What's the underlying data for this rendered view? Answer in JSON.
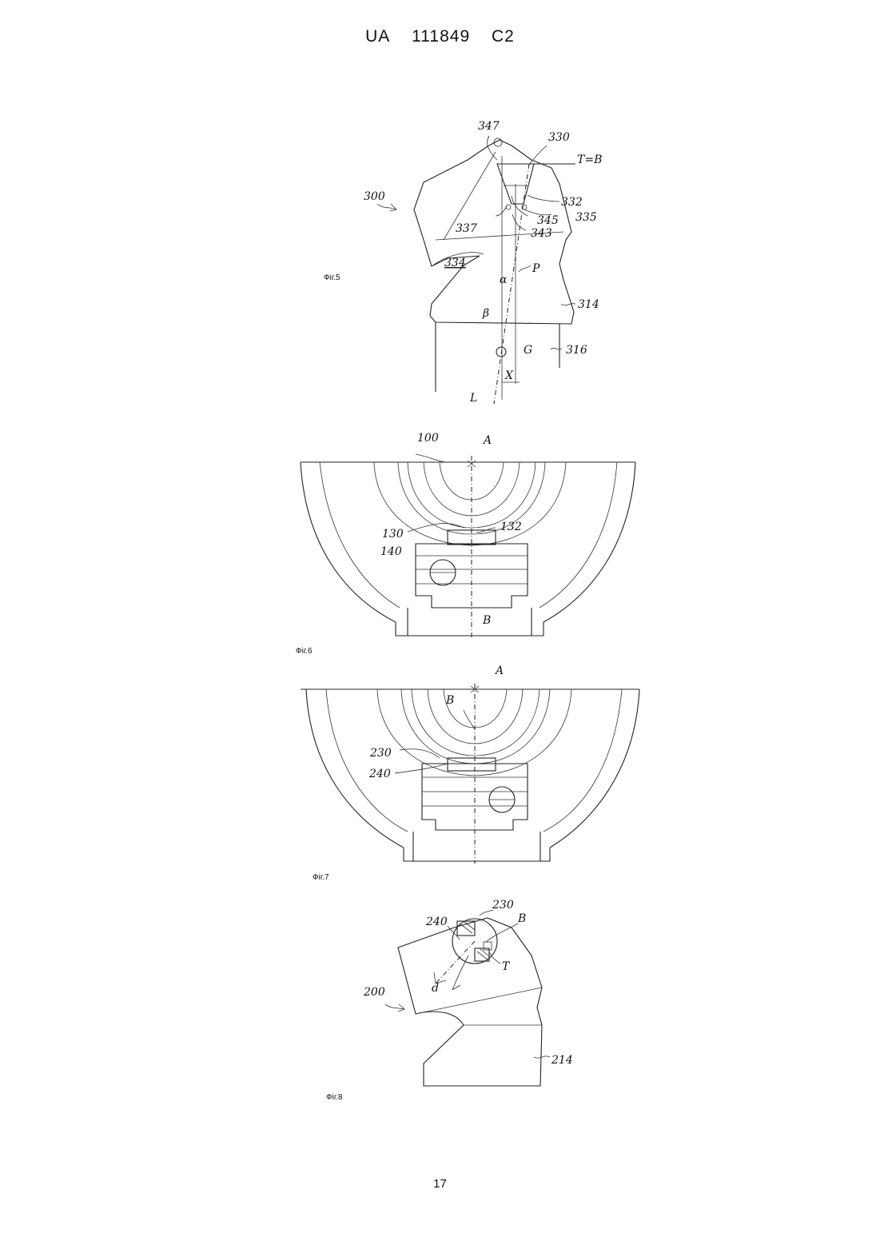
{
  "header": {
    "office": "UA",
    "number": "111849",
    "kind": "C2"
  },
  "figures": [
    {
      "caption": "Фіг.5",
      "labels": {
        "l347": "347",
        "l330": "330",
        "lTB": "T=B",
        "l300": "300",
        "l332": "332",
        "l345": "345",
        "l335": "335",
        "l337": "337",
        "l343": "343",
        "l334": "334",
        "lP": "P",
        "lalpha": "α",
        "lbeta": "β",
        "l314": "314",
        "lG": "G",
        "l316": "316",
        "lX": "X",
        "lL": "L"
      }
    },
    {
      "caption": "Фіг.6",
      "labels": {
        "l100": "100",
        "lA": "A",
        "l130": "130",
        "l132": "132",
        "l140": "140",
        "lB": "B"
      }
    },
    {
      "caption": "Фіг.7",
      "labels": {
        "lA": "A",
        "lB": "B",
        "l230": "230",
        "l240": "240"
      }
    },
    {
      "caption": "Фіг.8",
      "labels": {
        "l230": "230",
        "l240": "240",
        "lB": "B",
        "lT": "T",
        "ld": "d",
        "l200": "200",
        "l214": "214"
      }
    }
  ],
  "page_number": "17"
}
